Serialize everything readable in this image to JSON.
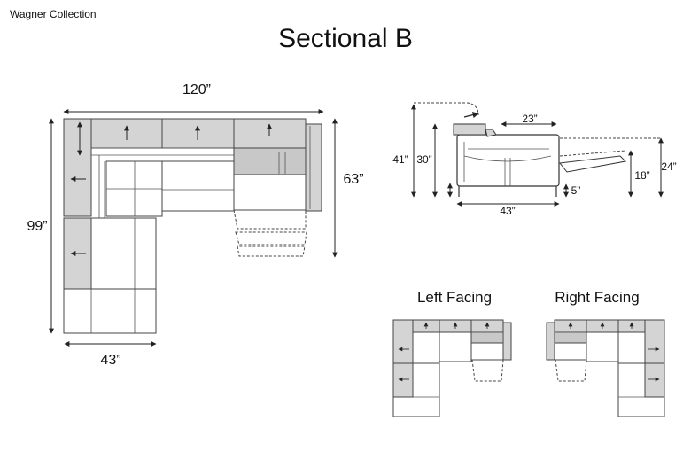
{
  "brand": "Wagner Collection",
  "title": "Sectional B",
  "main_plan": {
    "width_label": "120”",
    "height_label": "99”",
    "depth_label": "63”",
    "seat_depth_label": "43”"
  },
  "side_view": {
    "overall_height": "41”",
    "seat_back_height": "30”",
    "headrest_extension": "23”",
    "seat_height": "18”",
    "footrest_height": "24”",
    "leg_height": "5”",
    "depth": "43”"
  },
  "variants": {
    "left_label": "Left Facing",
    "right_label": "Right Facing"
  }
}
